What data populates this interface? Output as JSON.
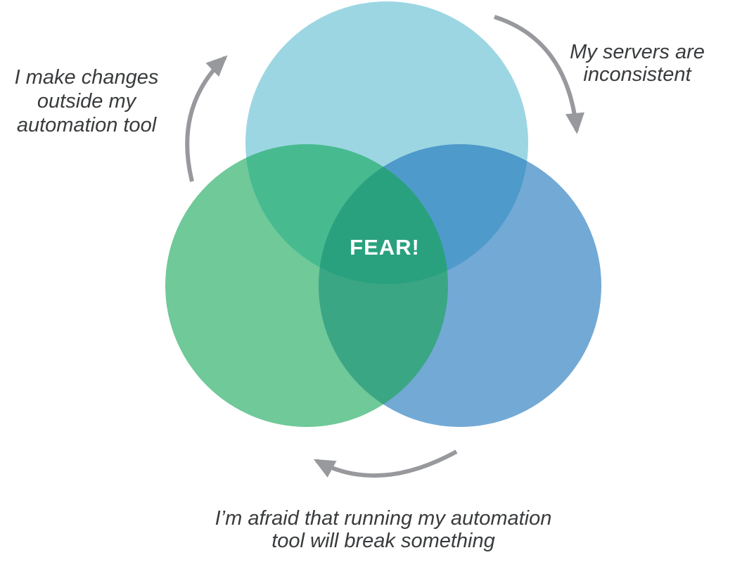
{
  "diagram": {
    "type": "venn-cycle",
    "center_label": "FEAR!",
    "labels": {
      "top_left": [
        "I make changes",
        "outside my",
        "automation tool"
      ],
      "top_right": [
        "My servers are",
        "inconsistent"
      ],
      "bottom": [
        "I’m afraid that running my automation",
        "tool will break something"
      ]
    },
    "colors": {
      "circle_top": "#9cd6e3",
      "circle_left": "#6fc998",
      "circle_right": "#73a9d5",
      "overlap_top_left": "#48ba90",
      "overlap_top_right": "#4e9aca",
      "overlap_left_right": "#3ba684",
      "overlap_center": "#2aa17e",
      "arrow": "#97999c",
      "label_text": "#393b3d",
      "center_text": "#ffffff",
      "background": "#ffffff"
    }
  }
}
